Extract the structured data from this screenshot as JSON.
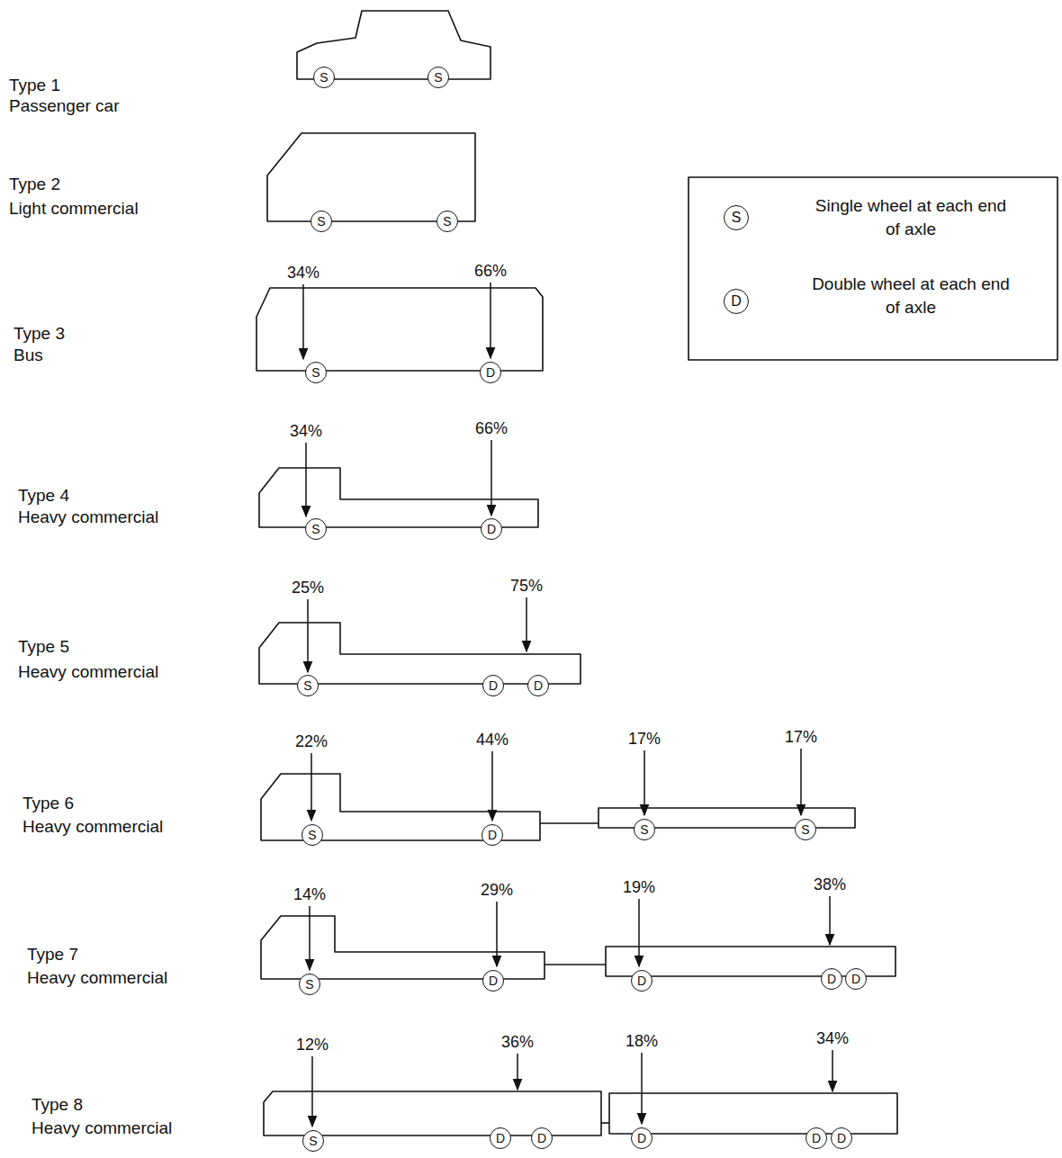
{
  "diagram": {
    "nodes": [
      {
        "text": [
          "S"
        ]
      },
      {
        "text": [
          "S"
        ]
      },
      {
        "text": [
          "S"
        ]
      },
      {
        "text": [
          "S"
        ]
      },
      {
        "text": [
          "S"
        ]
      },
      {
        "text": [
          "D"
        ]
      },
      {
        "text": [
          "S"
        ]
      },
      {
        "text": [
          "D"
        ]
      },
      {
        "text": [
          "S"
        ]
      },
      {
        "text": [
          "D"
        ]
      },
      {
        "text": [
          "S"
        ]
      },
      {
        "text": [
          "D"
        ]
      },
      {
        "text": [
          "D"
        ]
      },
      {
        "text": [
          "S"
        ]
      },
      {
        "text": [
          "D"
        ]
      },
      {
        "text": [
          "S"
        ]
      },
      {
        "text": [
          "S"
        ]
      },
      {
        "text": [
          "S"
        ]
      },
      {
        "text": [
          "D"
        ]
      },
      {
        "text": [
          "D"
        ]
      },
      {
        "text": [
          "D"
        ]
      },
      {
        "text": [
          "D"
        ]
      },
      {
        "text": [
          "S"
        ]
      },
      {
        "text": [
          "D"
        ]
      },
      {
        "text": [
          "D"
        ]
      },
      {
        "text": [
          "D"
        ]
      },
      {
        "text": [
          "D"
        ]
      },
      {
        "text": [
          "D"
        ]
      }
    ],
    "labels": [
      "Type 1",
      "Passenger car",
      "Type 2",
      "Light commercial",
      "34%",
      "66%",
      "Type 3",
      "Bus",
      "34%",
      "66%",
      "Type 4",
      "Heavy commercial",
      "25%",
      "75%",
      "Type 5",
      "Heavy commercial",
      "22%",
      "44%",
      "17%",
      "17%",
      "Type 6",
      "Heavy commercial",
      "14%",
      "29%",
      "19%",
      "38%",
      "Type 7",
      "Heavy commercial",
      "12%",
      "36%",
      "18%",
      "34%",
      "Type 8",
      "Heavy commercial"
    ],
    "legend": [
      {
        "text": "Single wheel at each end of axle"
      },
      {
        "text": "Double wheel at each end of axle"
      }
    ]
  }
}
